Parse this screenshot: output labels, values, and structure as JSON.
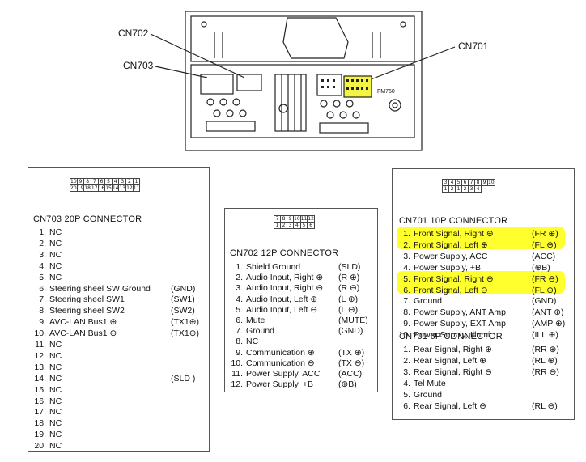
{
  "callouts": {
    "cn702": "CN702",
    "cn703": "CN703",
    "cn701": "CN701",
    "fm": "FM750"
  },
  "panel703": {
    "title": "CN703  20P CONNECTOR",
    "pins_top": [
      "10",
      "9",
      "8",
      "7",
      "6",
      "5",
      "4",
      "3",
      "2",
      "1"
    ],
    "pins_bottom": [
      "20",
      "19",
      "18",
      "17",
      "16",
      "15",
      "14",
      "13",
      "12",
      "11"
    ],
    "rows": [
      {
        "n": "1.",
        "label": "NC",
        "sig": ""
      },
      {
        "n": "2.",
        "label": "NC",
        "sig": ""
      },
      {
        "n": "3.",
        "label": "NC",
        "sig": ""
      },
      {
        "n": "4.",
        "label": "NC",
        "sig": ""
      },
      {
        "n": "5.",
        "label": "NC",
        "sig": ""
      },
      {
        "n": "6.",
        "label": "Steering sheel SW Ground",
        "sig": "(GND)"
      },
      {
        "n": "7.",
        "label": "Steering sheel SW1",
        "sig": "(SW1)"
      },
      {
        "n": "8.",
        "label": "Steering sheel SW2",
        "sig": "(SW2)"
      },
      {
        "n": "9.",
        "label": "AVC-LAN Bus1 ⊕",
        "sig": "(TX1⊕)"
      },
      {
        "n": "10.",
        "label": "AVC-LAN Bus1 ⊖",
        "sig": "(TX1⊖)"
      },
      {
        "n": "11.",
        "label": "NC",
        "sig": ""
      },
      {
        "n": "12.",
        "label": "NC",
        "sig": ""
      },
      {
        "n": "13.",
        "label": "NC",
        "sig": ""
      },
      {
        "n": "14.",
        "label": "NC",
        "sig": "(SLD )"
      },
      {
        "n": "15.",
        "label": "NC",
        "sig": ""
      },
      {
        "n": "16.",
        "label": "NC",
        "sig": ""
      },
      {
        "n": "17.",
        "label": "NC",
        "sig": ""
      },
      {
        "n": "18.",
        "label": "NC",
        "sig": ""
      },
      {
        "n": "19.",
        "label": "NC",
        "sig": ""
      },
      {
        "n": "20.",
        "label": "NC",
        "sig": ""
      }
    ]
  },
  "panel702": {
    "title": "CN702  12P CONNECTOR",
    "pins_top": [
      "7",
      "8",
      "9",
      "10",
      "11",
      "12"
    ],
    "pins_bottom": [
      "1",
      "2",
      "3",
      "4",
      "5",
      "6"
    ],
    "rows": [
      {
        "n": "1.",
        "label": "Shield Ground",
        "sig": "(SLD)"
      },
      {
        "n": "2.",
        "label": "Audio Input, Right ⊕",
        "sig": "(R ⊕)"
      },
      {
        "n": "3.",
        "label": "Audio Input, Right ⊖",
        "sig": "(R ⊖)"
      },
      {
        "n": "4.",
        "label": "Audio Input, Left ⊕",
        "sig": "(L ⊕)"
      },
      {
        "n": "5.",
        "label": "Audio Input, Left ⊖",
        "sig": "(L ⊖)"
      },
      {
        "n": "6.",
        "label": "Mute",
        "sig": "(MUTE)"
      },
      {
        "n": "7.",
        "label": "Ground",
        "sig": "(GND)"
      },
      {
        "n": "8.",
        "label": "NC",
        "sig": ""
      },
      {
        "n": "9.",
        "label": "Communication ⊕",
        "sig": "(TX ⊕)"
      },
      {
        "n": "10.",
        "label": "Communication ⊖",
        "sig": "(TX ⊖)"
      },
      {
        "n": "11.",
        "label": "Power Supply, ACC",
        "sig": "(ACC)"
      },
      {
        "n": "12.",
        "label": "Power Supply, +B",
        "sig": "(⊕B)"
      }
    ]
  },
  "panel701": {
    "pins_top": [
      "3",
      "4",
      "5",
      "6",
      "7",
      "8",
      "9",
      "10"
    ],
    "pins_bottom": [
      "1",
      "2",
      "1",
      "2",
      "3",
      "4"
    ],
    "title10": "CN701  10P CONNECTOR",
    "rows10": [
      {
        "n": "1.",
        "label": "Front Signal, Right ⊕",
        "sig": "(FR ⊕)",
        "hl": true
      },
      {
        "n": "2.",
        "label": "Front Signal, Left ⊕",
        "sig": "(FL ⊕)",
        "hl": true
      },
      {
        "n": "3.",
        "label": "Power Supply, ACC",
        "sig": "(ACC)",
        "hl": false
      },
      {
        "n": "4.",
        "label": "Power Supply, +B",
        "sig": "(⊕B)",
        "hl": false
      },
      {
        "n": "5.",
        "label": "Front Signal, Right ⊖",
        "sig": "(FR ⊖)",
        "hl": true
      },
      {
        "n": "6.",
        "label": "Front Signal, Left ⊖",
        "sig": "(FL ⊖)",
        "hl": true
      },
      {
        "n": "7.",
        "label": "Ground",
        "sig": "(GND)",
        "hl": false
      },
      {
        "n": "8.",
        "label": "Power Supply, ANT Amp",
        "sig": "(ANT ⊕)",
        "hl": false
      },
      {
        "n": "9.",
        "label": "Power Supply, EXT Amp",
        "sig": "(AMP ⊕)",
        "hl": false
      },
      {
        "n": "10.",
        "label": "Power Supply, Illumi.",
        "sig": "(ILL ⊕)",
        "hl": false
      }
    ],
    "title6": "CN701  6P CONNECTOR",
    "rows6": [
      {
        "n": "1.",
        "label": "Rear Signal, Right ⊕",
        "sig": "(RR ⊕)"
      },
      {
        "n": "2.",
        "label": "Rear Signal, Left ⊕",
        "sig": "(RL ⊕)"
      },
      {
        "n": "3.",
        "label": "Rear Signal, Right ⊖",
        "sig": "(RR ⊖)"
      },
      {
        "n": "4.",
        "label": "Tel Mute",
        "sig": ""
      },
      {
        "n": "5.",
        "label": "Ground",
        "sig": ""
      },
      {
        "n": "6.",
        "label": "Rear Signal, Left ⊖",
        "sig": "(RL ⊖)"
      }
    ]
  },
  "colors": {
    "highlight": "#ffff2e",
    "line": "#222222"
  }
}
